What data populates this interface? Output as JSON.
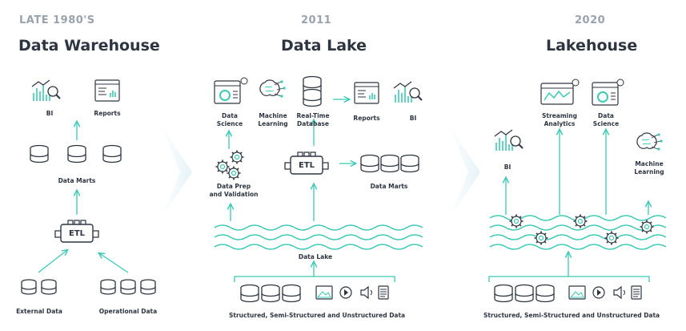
{
  "colors": {
    "accent": "#3ec9b4",
    "dark": "#2d3540",
    "muted": "#9aa3ad",
    "chevron": "#eef6f9"
  },
  "warehouse": {
    "era": "LATE 1980'S",
    "title": "Data Warehouse",
    "labels": {
      "bi": "BI",
      "reports": "Reports",
      "data_marts": "Data Marts",
      "etl": "ETL",
      "external_data": "External Data",
      "operational_data": "Operational Data"
    }
  },
  "lake": {
    "era": "2011",
    "title": "Data Lake",
    "labels": {
      "data_science": "Data\nScience",
      "machine_learning": "Machine\nLearning",
      "realtime_db": "Real-Time\nDatabase",
      "reports": "Reports",
      "bi": "BI",
      "data_prep": "Data Prep\nand Validation",
      "etl": "ETL",
      "data_marts": "Data Marts",
      "data_lake": "Data Lake",
      "sources": "Structured, Semi-Structured and Unstructured Data"
    }
  },
  "lakehouse": {
    "era": "2020",
    "title": "Lakehouse",
    "labels": {
      "streaming_analytics": "Streaming\nAnalytics",
      "data_science": "Data\nScience",
      "bi": "BI",
      "machine_learning": "Machine\nLearning",
      "sources": "Structured, Semi-Structured and Unstructured Data"
    }
  }
}
